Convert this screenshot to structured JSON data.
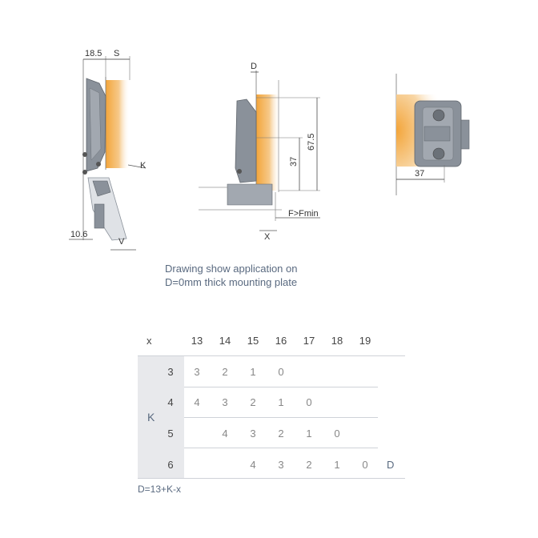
{
  "drawing": {
    "left_view": {
      "dim_top_left": "18.5",
      "dim_top_right": "S",
      "dim_k": "K",
      "dim_bottom": "10.6",
      "dim_v": "V"
    },
    "middle_view": {
      "dim_d": "D",
      "dim_37": "37",
      "dim_67_5": "67.5",
      "dim_f": "F>Fmin",
      "dim_x": "X"
    },
    "right_view": {
      "dim_37": "37"
    }
  },
  "caption": {
    "line1": "Drawing show application on",
    "line2": "D=0mm thick mounting plate"
  },
  "table": {
    "x_label": "x",
    "k_label": "K",
    "d_label": "D",
    "columns": [
      "13",
      "14",
      "15",
      "16",
      "17",
      "18",
      "19"
    ],
    "rows": [
      {
        "k": "3",
        "cells": [
          "3",
          "2",
          "1",
          "0",
          "",
          "",
          ""
        ]
      },
      {
        "k": "4",
        "cells": [
          "4",
          "3",
          "2",
          "1",
          "0",
          "",
          ""
        ]
      },
      {
        "k": "5",
        "cells": [
          "",
          "4",
          "3",
          "2",
          "1",
          "0",
          ""
        ]
      },
      {
        "k": "6",
        "cells": [
          "",
          "",
          "4",
          "3",
          "2",
          "1",
          "0"
        ]
      }
    ],
    "formula": "D=13+K-x"
  },
  "colors": {
    "hinge": "#8a919a",
    "door_glow": "#f2a43a",
    "text": "#5a6a80"
  }
}
